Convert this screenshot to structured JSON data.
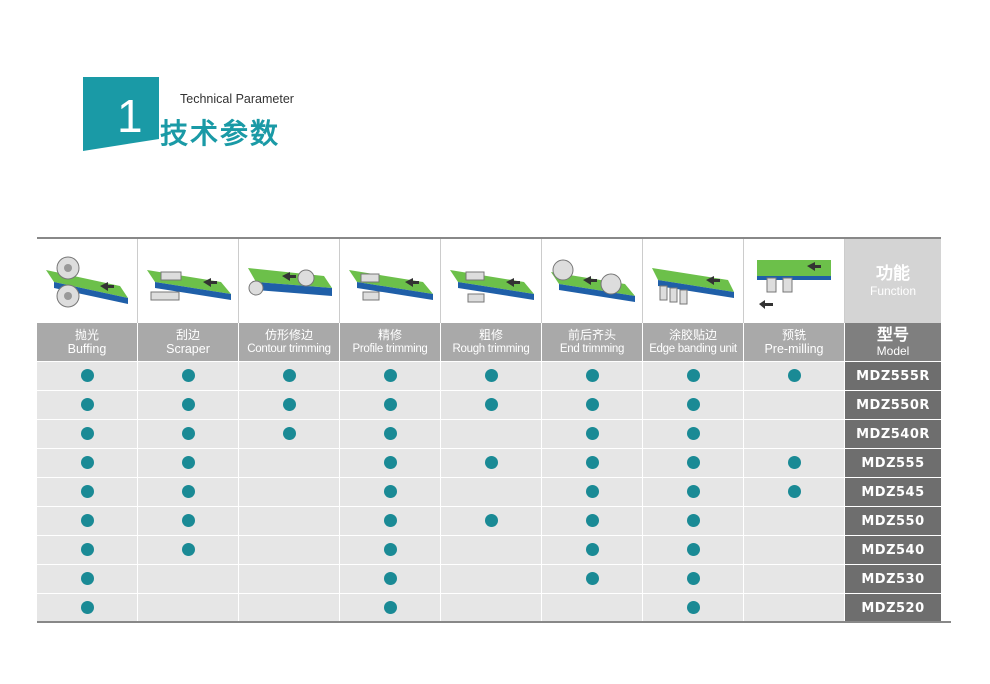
{
  "header": {
    "number": "1",
    "subtitle_en": "Technical Parameter",
    "title_cn": "技术参数"
  },
  "colors": {
    "accent": "#1a9aa6",
    "dot": "#1a8a95",
    "green": "#6cc04a",
    "blue": "#1f5fa8"
  },
  "function_header": {
    "cn": "功能",
    "en": "Function"
  },
  "model_header": {
    "cn": "型号",
    "en": "Model"
  },
  "functions": [
    {
      "cn": "抛光",
      "en": "Buffing",
      "icon": "buffing-icon"
    },
    {
      "cn": "刮边",
      "en": "Scraper",
      "icon": "scraper-icon"
    },
    {
      "cn": "仿形修边",
      "en": "Contour trimming",
      "icon": "contour-trimming-icon"
    },
    {
      "cn": "精修",
      "en": "Profile trimming",
      "icon": "profile-trimming-icon"
    },
    {
      "cn": "粗修",
      "en": "Rough trimming",
      "icon": "rough-trimming-icon"
    },
    {
      "cn": "前后齐头",
      "en": "End trimming",
      "icon": "end-trimming-icon"
    },
    {
      "cn": "涂胶贴边",
      "en": "Edge banding unit",
      "icon": "edge-banding-icon"
    },
    {
      "cn": "预铣",
      "en": "Pre-milling",
      "icon": "pre-milling-icon"
    }
  ],
  "models": [
    {
      "name": "MDZ555R",
      "features": [
        1,
        1,
        1,
        1,
        1,
        1,
        1,
        1
      ]
    },
    {
      "name": "MDZ550R",
      "features": [
        1,
        1,
        1,
        1,
        1,
        1,
        1,
        0
      ]
    },
    {
      "name": "MDZ540R",
      "features": [
        1,
        1,
        1,
        1,
        0,
        1,
        1,
        0
      ]
    },
    {
      "name": "MDZ555",
      "features": [
        1,
        1,
        0,
        1,
        1,
        1,
        1,
        1
      ]
    },
    {
      "name": "MDZ545",
      "features": [
        1,
        1,
        0,
        1,
        0,
        1,
        1,
        1
      ]
    },
    {
      "name": "MDZ550",
      "features": [
        1,
        1,
        0,
        1,
        1,
        1,
        1,
        0
      ]
    },
    {
      "name": "MDZ540",
      "features": [
        1,
        1,
        0,
        1,
        0,
        1,
        1,
        0
      ]
    },
    {
      "name": "MDZ530",
      "features": [
        1,
        0,
        0,
        1,
        0,
        1,
        1,
        0
      ]
    },
    {
      "name": "MDZ520",
      "features": [
        1,
        0,
        0,
        1,
        0,
        0,
        1,
        0
      ]
    }
  ]
}
